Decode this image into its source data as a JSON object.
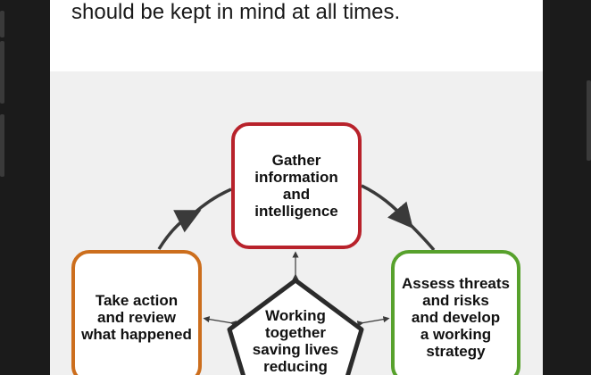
{
  "article": {
    "text": "should be kept in mind at all times."
  },
  "diagram": {
    "gather": [
      "Gather",
      "information",
      "and",
      "intelligence"
    ],
    "assess": [
      "Assess threats",
      "and risks",
      "and develop",
      "a working",
      "strategy"
    ],
    "action": [
      "Take action",
      "and review",
      "what happened"
    ],
    "center": [
      "Working",
      "together",
      "saving lives",
      "reducing"
    ],
    "colors": {
      "gather_border": "#b8222b",
      "assess_border": "#57a12c",
      "action_border": "#cc6e1d",
      "pentagon_border": "#2b2b2b",
      "arrow": "#3a3a3a"
    }
  }
}
